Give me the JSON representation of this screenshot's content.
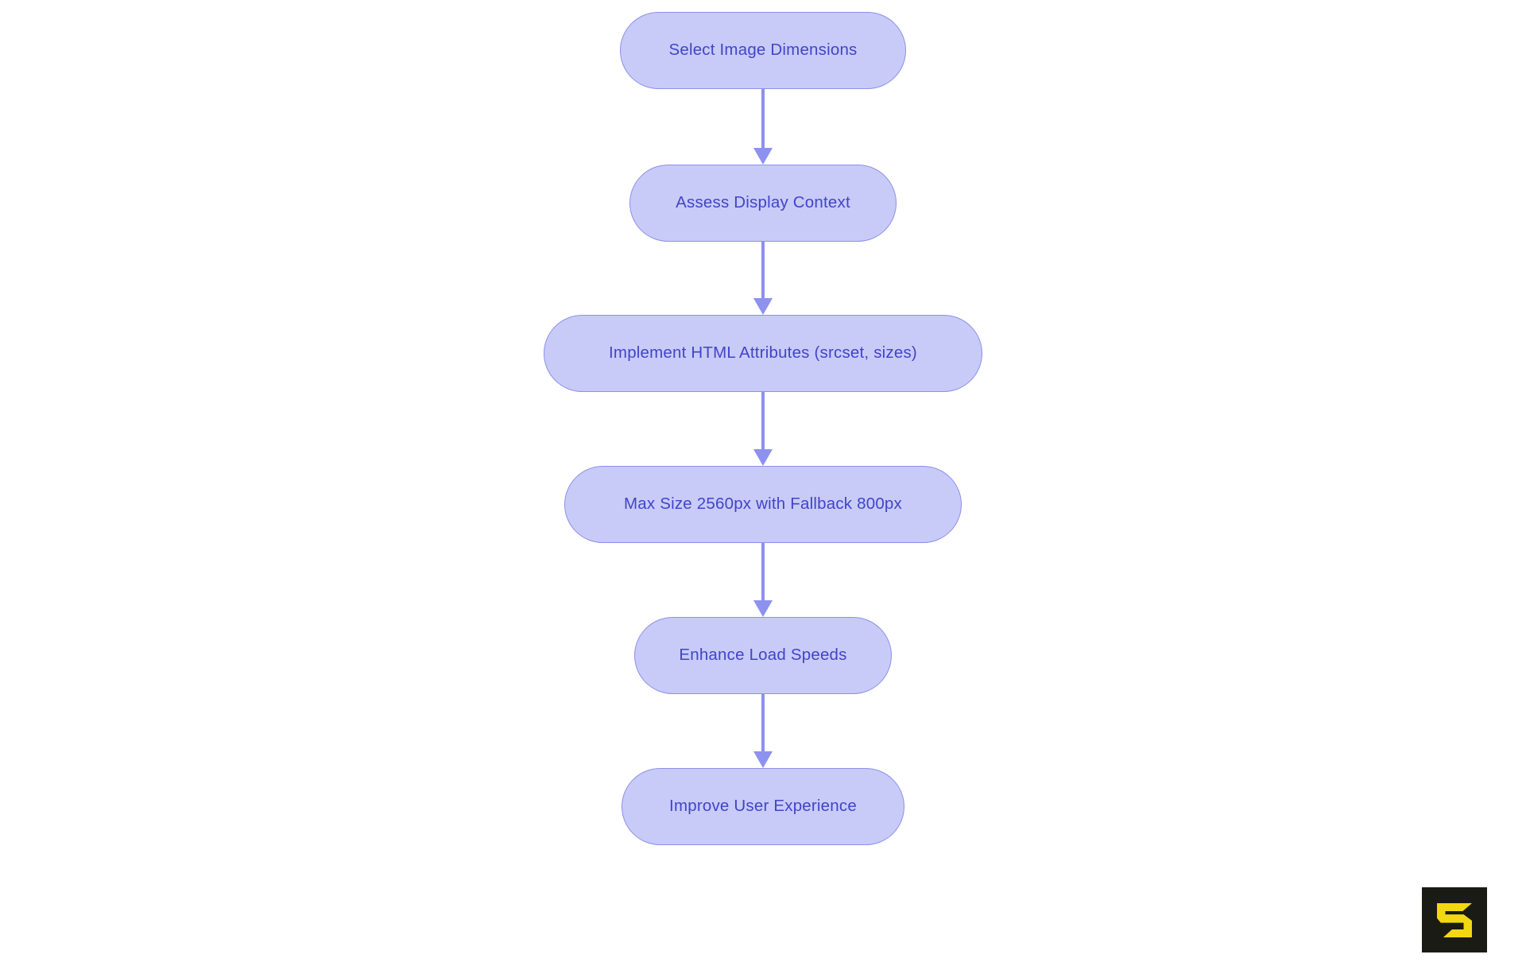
{
  "page": {
    "kind": "flowchart-image"
  },
  "theme": {
    "page_bg": "#ffffff",
    "node_fill": "#c8cbf7",
    "node_border": "#8c90ea",
    "node_text": "#4144c9",
    "arrow": "#8d91ef",
    "logo_bg": "#1b1b16",
    "logo_glyph": "#f2d713"
  },
  "flowchart": {
    "type": "flow",
    "direction": "top-down",
    "node_shape": "pill",
    "nodes": [
      {
        "id": "n1",
        "label": "Select Image Dimensions"
      },
      {
        "id": "n2",
        "label": "Assess Display Context"
      },
      {
        "id": "n3",
        "label": "Implement HTML Attributes (srcset, sizes)"
      },
      {
        "id": "n4",
        "label": "Max Size 2560px with Fallback 800px"
      },
      {
        "id": "n5",
        "label": "Enhance Load Speeds"
      },
      {
        "id": "n6",
        "label": "Improve User Experience"
      }
    ],
    "edges": [
      {
        "from": "n1",
        "to": "n2"
      },
      {
        "from": "n2",
        "to": "n3"
      },
      {
        "from": "n3",
        "to": "n4"
      },
      {
        "from": "n4",
        "to": "n5"
      },
      {
        "from": "n5",
        "to": "n6"
      }
    ]
  },
  "branding": {
    "logo_icon": "s-logo-icon",
    "logo_shape": "dark-square-with-yellow-angular-s"
  }
}
